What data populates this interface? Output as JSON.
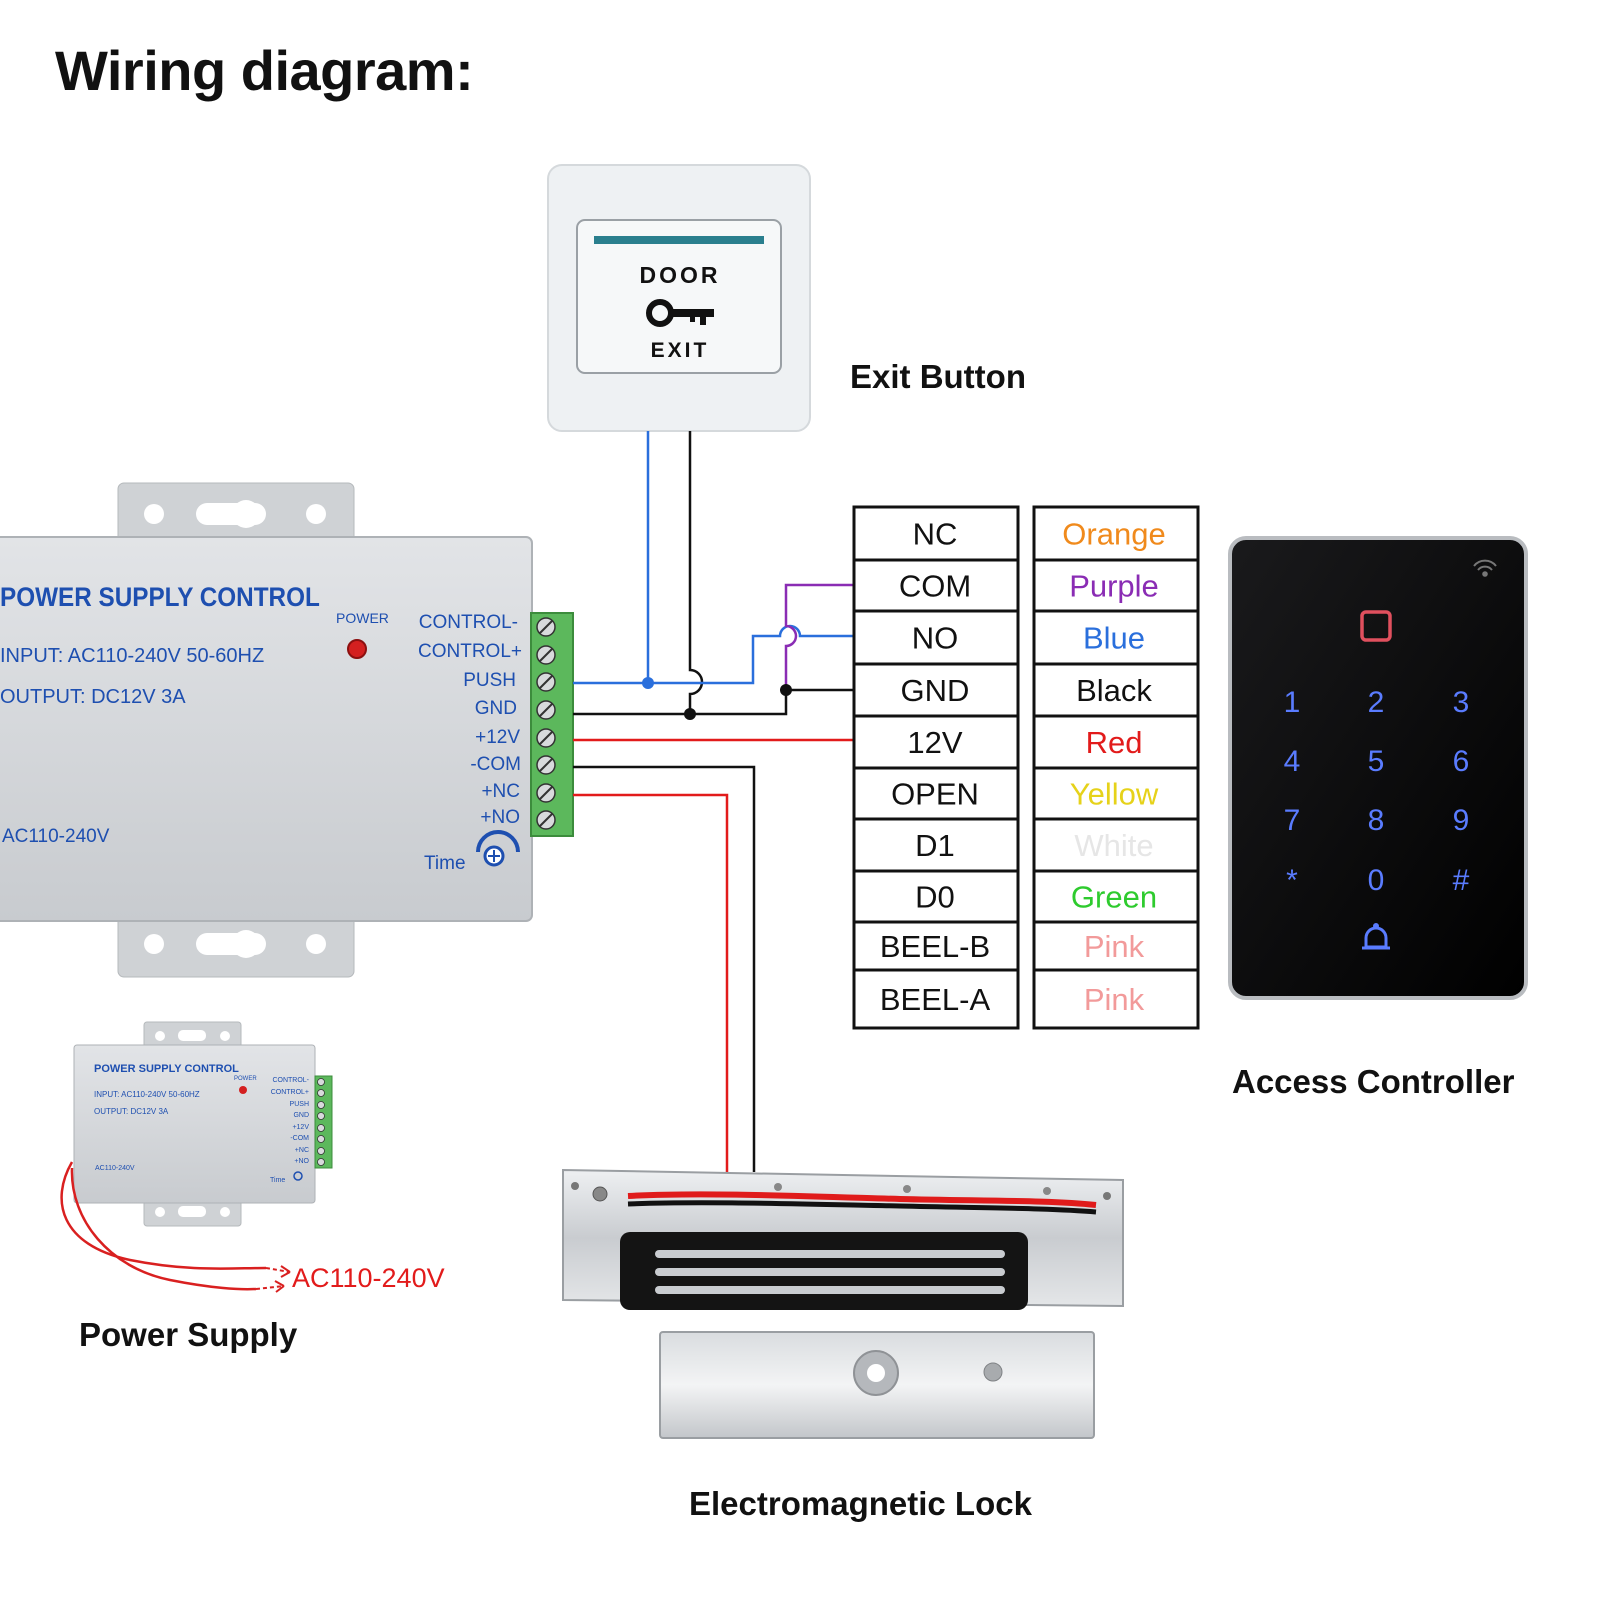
{
  "title": "Wiring diagram:",
  "captions": {
    "exit_button": "Exit Button",
    "access_controller": "Access Controller",
    "power_supply": "Power Supply",
    "lock": "Electromagnetic Lock"
  },
  "exit_button": {
    "line1": "DOOR",
    "line2": "EXIT"
  },
  "psu": {
    "title": "POWER SUPPLY CONTROL",
    "input": "INPUT: AC110-240V 50-60HZ",
    "output": "OUTPUT: DC12V  3A",
    "power_label": "POWER",
    "ac_label": "AC110-240V",
    "time_label": "Time",
    "terminals": [
      "CONTROL-",
      "CONTROL+",
      "PUSH",
      "GND",
      "+12V",
      "-COM",
      "+NC",
      "+NO"
    ]
  },
  "mini_psu": {
    "title": "POWER SUPPLY CONTROL",
    "input": "INPUT: AC110-240V 50-60HZ",
    "output": "OUTPUT: DC12V  3A",
    "power_label": "POWER",
    "ac_label": "AC110-240V",
    "time_label": "Time",
    "mains_label": "AC110-240V"
  },
  "wire_table": [
    {
      "terminal": "NC",
      "color_name": "Orange",
      "color": "#f08a1c"
    },
    {
      "terminal": "COM",
      "color_name": "Purple",
      "color": "#8a2cb4"
    },
    {
      "terminal": "NO",
      "color_name": "Blue",
      "color": "#2a6fdc"
    },
    {
      "terminal": "GND",
      "color_name": "Black",
      "color": "#111111"
    },
    {
      "terminal": "12V",
      "color_name": "Red",
      "color": "#e21b1b"
    },
    {
      "terminal": "OPEN",
      "color_name": "Yellow",
      "color": "#e6d21a"
    },
    {
      "terminal": "D1",
      "color_name": "White",
      "color": "#e6e6e6"
    },
    {
      "terminal": "D0",
      "color_name": "Green",
      "color": "#2ecb2e"
    },
    {
      "terminal": "BEEL-B",
      "color_name": "Pink",
      "color": "#f29a9a"
    },
    {
      "terminal": "BEEL-A",
      "color_name": "Pink",
      "color": "#f29a9a"
    }
  ],
  "keypad": {
    "keys": [
      "1",
      "2",
      "3",
      "4",
      "5",
      "6",
      "7",
      "8",
      "9",
      "*",
      "0",
      "#"
    ]
  },
  "wire_colors": {
    "blue": "#2a6fdc",
    "black": "#111111",
    "red": "#e21b1b",
    "purple": "#8a2cb4"
  }
}
